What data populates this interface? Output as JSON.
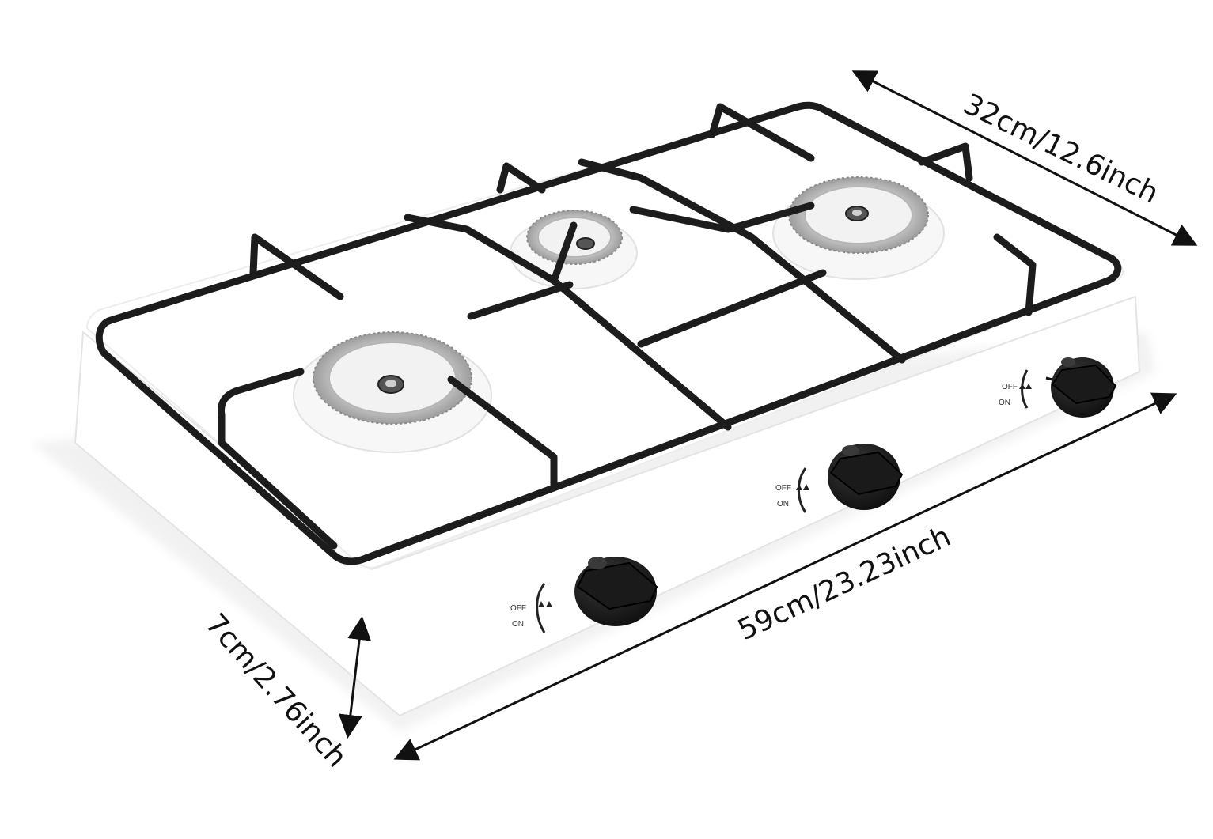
{
  "dimensions": {
    "depth_label": "32cm/12.6inch",
    "width_label": "59cm/23.23inch",
    "height_label": "7cm/2.76inch"
  },
  "knobs": [
    {
      "off_label": "OFF",
      "on_label": "ON"
    },
    {
      "off_label": "OFF",
      "on_label": "ON"
    },
    {
      "off_label": "OFF",
      "on_label": "ON"
    }
  ],
  "icons": {
    "burner": "burner-icon",
    "knob": "control-knob-icon",
    "flame": "flame-icon",
    "arrow": "dimension-arrow-icon"
  },
  "colors": {
    "background": "#ffffff",
    "grate": "#1c1c1c",
    "knob": "#1a1a1a",
    "stove_body": "#ffffff",
    "burner_metal": "#c9c9c9"
  }
}
